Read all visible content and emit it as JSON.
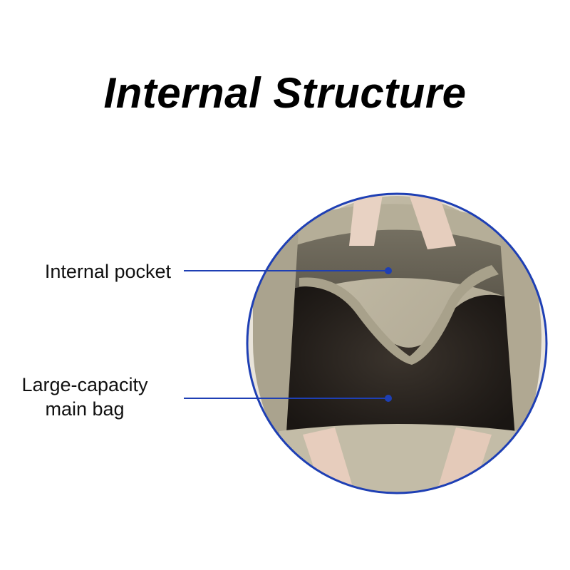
{
  "title": "Internal Structure",
  "callouts": [
    {
      "label": "Internal pocket"
    },
    {
      "label_line1": "Large-capacity",
      "label_line2": "main bag"
    }
  ],
  "colors": {
    "ring": "#1e3fb4",
    "leader": "#1e3fb4",
    "canvas_fabric": "#b9b19c",
    "bag_interior": "#2a241f",
    "strap": "#e7cdbd"
  }
}
